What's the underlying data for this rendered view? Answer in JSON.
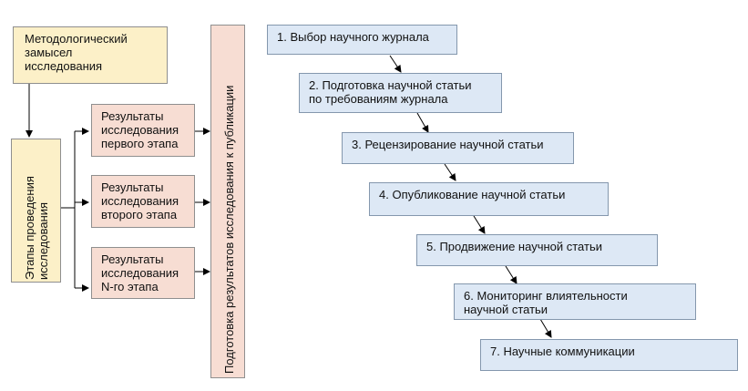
{
  "method_box": {
    "line1": "Методологический",
    "line2": "замысел",
    "line3": "исследования"
  },
  "stages_box": {
    "line1": "Этапы проведения",
    "line2": "исследования"
  },
  "results": [
    {
      "line1": "Результаты",
      "line2": "исследования",
      "line3": "первого этапа"
    },
    {
      "line1": "Результаты",
      "line2": "исследования",
      "line3": "второго этапа"
    },
    {
      "line1": "Результаты",
      "line2": "исследования",
      "line3": "N-го этапа"
    }
  ],
  "prep_box": {
    "label": "Подготовка результатов исследования к публикации"
  },
  "steps": [
    {
      "line1": "1. Выбор научного журнала",
      "line2": ""
    },
    {
      "line1": "2. Подготовка научной статьи",
      "line2": "по требованиям журнала"
    },
    {
      "line1": "3. Рецензирование научной статьи",
      "line2": ""
    },
    {
      "line1": "4. Опубликование научной статьи",
      "line2": ""
    },
    {
      "line1": "5. Продвижение научной статьи",
      "line2": ""
    },
    {
      "line1": "6. Мониторинг влиятельности",
      "line2": "научной статьи"
    },
    {
      "line1": "7. Научные коммуникации",
      "line2": ""
    }
  ],
  "colors": {
    "method": "#fcf0c8",
    "results": "#f7ddd3",
    "steps": "#dde8f5"
  }
}
